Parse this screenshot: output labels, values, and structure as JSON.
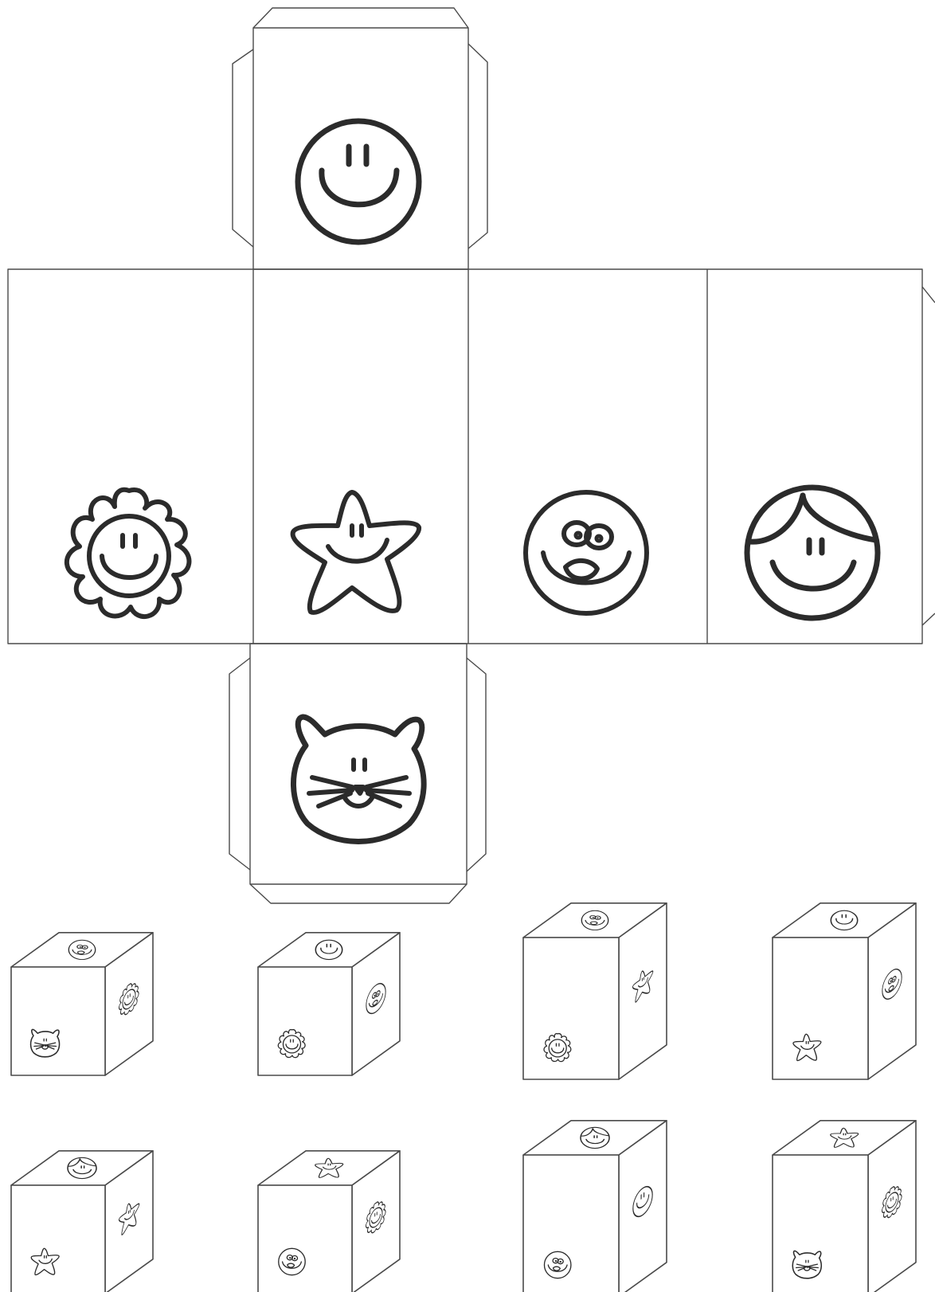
{
  "colors": {
    "background": "#ffffff",
    "outline": "#4a4a4a",
    "ink": "#2b2b2b"
  },
  "net": {
    "faces": [
      {
        "id": "top-face",
        "icon": "smiley"
      },
      {
        "id": "left-face",
        "icon": "flower"
      },
      {
        "id": "front-face",
        "icon": "star"
      },
      {
        "id": "right-face",
        "icon": "funny-face"
      },
      {
        "id": "back-face",
        "icon": "girl-face"
      },
      {
        "id": "bottom-face",
        "icon": "cat"
      }
    ]
  },
  "dice_options": [
    {
      "id": "option-1",
      "top": "funny-face",
      "front": "cat",
      "side": "flower"
    },
    {
      "id": "option-2",
      "top": "smiley",
      "front": "flower",
      "side": "funny-face"
    },
    {
      "id": "option-3",
      "top": "funny-face",
      "front": "flower",
      "side": "star"
    },
    {
      "id": "option-4",
      "top": "smiley",
      "front": "star",
      "side": "funny-face"
    },
    {
      "id": "option-5",
      "top": "girl-face",
      "front": "star",
      "side": "star"
    },
    {
      "id": "option-6",
      "top": "star",
      "front": "funny-face",
      "side": "flower"
    },
    {
      "id": "option-7",
      "top": "girl-face",
      "front": "funny-face",
      "side": "smiley"
    },
    {
      "id": "option-8",
      "top": "star",
      "front": "cat",
      "side": "flower"
    }
  ]
}
